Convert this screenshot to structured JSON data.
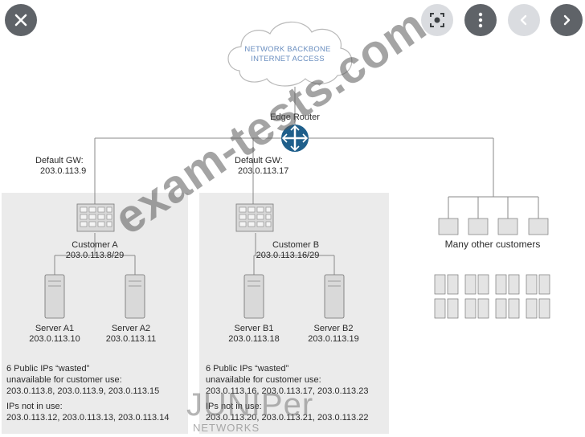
{
  "viewer": {
    "close_icon": "close-icon",
    "lens_icon": "lens-icon",
    "more_icon": "more-vertical-icon",
    "prev_icon": "chevron-left-icon",
    "next_icon": "chevron-right-icon"
  },
  "diagram": {
    "cloud_line1": "NETWORK BACKBONE",
    "cloud_line2": "INTERNET ACCESS",
    "edge_router": "Edge Router",
    "gw_a_label": "Default GW:",
    "gw_a_ip": "203.0.113.9",
    "gw_b_label": "Default GW:",
    "gw_b_ip": "203.0.113.17",
    "customer_a": "Customer A",
    "customer_a_net": "203.0.113.8/29",
    "customer_b": "Customer B",
    "customer_b_net": "203.0.113.16/29",
    "many_customers": "Many other customers",
    "server_a1": "Server A1",
    "server_a1_ip": "203.0.113.10",
    "server_a2": "Server A2",
    "server_a2_ip": "203.0.113.11",
    "server_b1": "Server B1",
    "server_b1_ip": "203.0.113.18",
    "server_b2": "Server B2",
    "server_b2_ip": "203.0.113.19",
    "wasted_a_title": "6 Public IPs “wasted”",
    "wasted_a_sub": "unavailable for customer use:",
    "wasted_a_ips": "203.0.113.8, 203.0.113.9, 203.0.113.15",
    "unused_a_title": "IPs not in use:",
    "unused_a_ips": "203.0.113.12, 203.0.113.13, 203.0.113.14",
    "wasted_b_title": "6 Public IPs “wasted”",
    "wasted_b_sub": "unavailable for customer use:",
    "wasted_b_ips": "203.0.113.16, 203.0.113.17, 203.0.113.23",
    "unused_b_title": "IPs not in use:",
    "unused_b_ips": "203.0.113.20, 203.0.113.21, 203.0.113.22"
  },
  "overlay": {
    "watermark": "exam-tests.com",
    "logo": "JUNIPer",
    "logo_sub": "NETWORKS"
  },
  "colors": {
    "panel": "#ebebeb",
    "router": "#1f5f8b",
    "cloud_text": "#6b8fc0",
    "button_dark": "#5f6368",
    "button_light": "#dadce0"
  }
}
